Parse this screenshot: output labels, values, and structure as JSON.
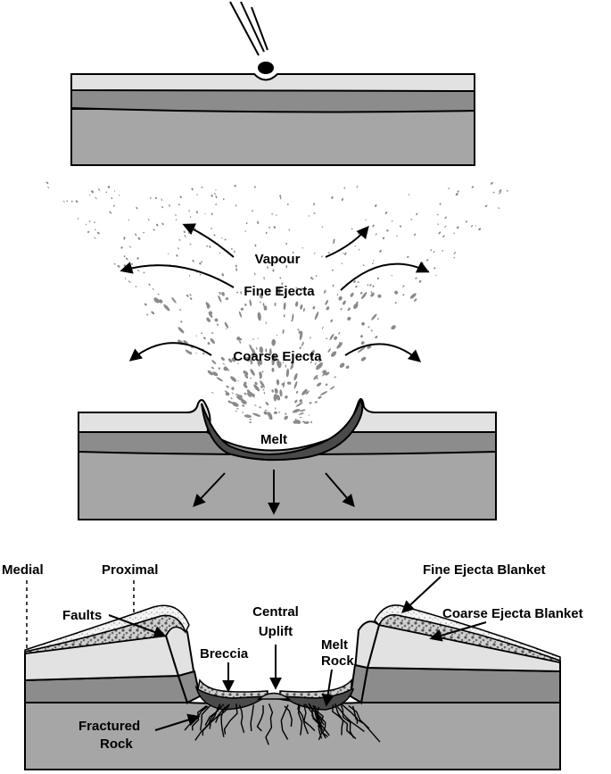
{
  "labels": {
    "vapour": "Vapour",
    "fine_ejecta": "Fine Ejecta",
    "coarse_ejecta": "Coarse Ejecta",
    "melt": "Melt",
    "medial": "Medial",
    "proximal": "Proximal",
    "faults": "Faults",
    "central_uplift_line1": "Central",
    "central_uplift_line2": "Uplift",
    "melt_rock_line1": "Melt",
    "melt_rock_line2": "Rock",
    "breccia": "Breccia",
    "fine_ejecta_blanket": "Fine Ejecta Blanket",
    "coarse_ejecta_blanket": "Coarse Ejecta Blanket",
    "fractured_rock_line1": "Fractured",
    "fractured_rock_line2": "Rock"
  },
  "colors": {
    "top_layer": "#e2e2e2",
    "middle_layer": "#8c8c8c",
    "bottom_layer": "#a6a6a6",
    "melt": "#4a4a4a",
    "ejecta": "#8a8a8a",
    "breccia": "#bdbdbd",
    "ink": "#000000"
  }
}
